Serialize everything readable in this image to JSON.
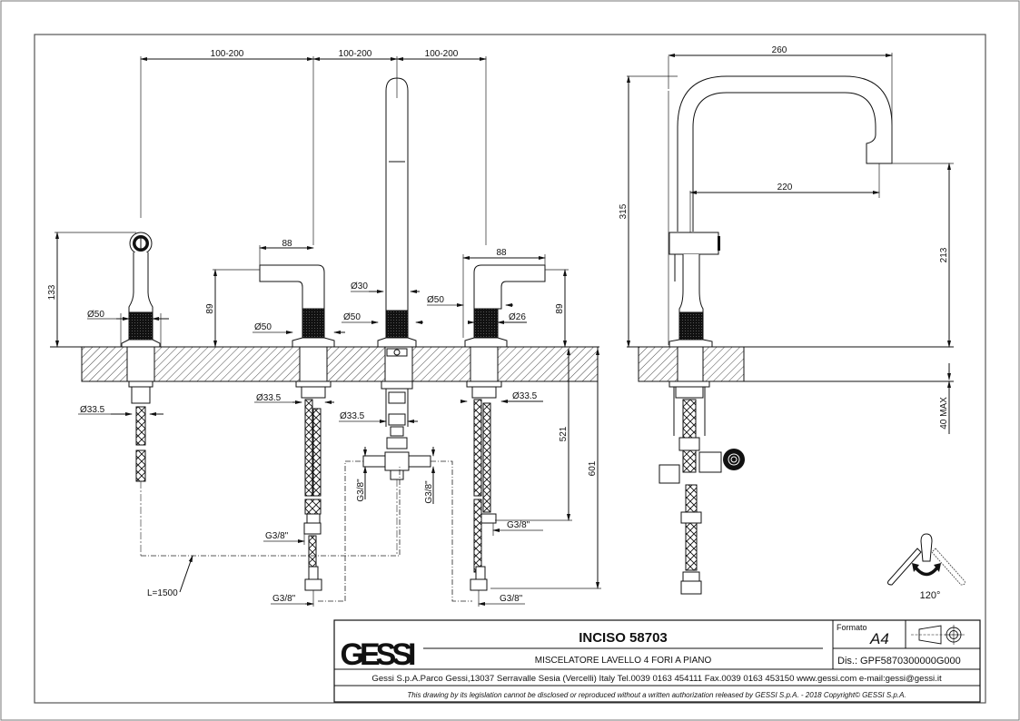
{
  "drawing": {
    "title": "Technical drawing - kitchen sink mixer 4 holes",
    "front_view": {
      "top_dims": [
        "100-200",
        "100-200",
        "100-200"
      ],
      "handshower_height": "133",
      "handshower_dia": "Ø50",
      "left_valve_width": "88",
      "left_valve_height": "89",
      "left_valve_dia": "Ø50",
      "spout_dia_top": "Ø30",
      "spout_dia_base": "Ø50",
      "right_valve_width": "88",
      "right_valve_height": "89",
      "right_valve_dia": "Ø50",
      "right_valve_stem_dia": "Ø26",
      "thread_dia_1": "Ø33.5",
      "thread_dia_2": "Ø33.5",
      "thread_dia_3": "Ø33.5",
      "thread_dia_4": "Ø33.5",
      "tee_thread_left": "G3/8\"",
      "tee_thread_right": "G3/8\"",
      "hose_thread_1": "G3/8\"",
      "hose_thread_2": "G3/8\"",
      "hose_thread_3": "G3/8\"",
      "hose_thread_4": "G3/8\"",
      "hose_length": "L=1500",
      "depth_521": "521",
      "depth_601": "601"
    },
    "side_view": {
      "reach": "260",
      "spout_reach": "220",
      "total_height": "315",
      "spout_height": "213",
      "deck_thickness": "40 MAX",
      "rotation": "120°"
    }
  },
  "title_block": {
    "logo": "GESSI",
    "product_name": "INCISO 58703",
    "product_desc": "MISCELATORE LAVELLO 4 FORI A PIANO",
    "format_label": "Formato",
    "format_value": "A4",
    "drawing_number": "Dis.: GPF5870300000G000",
    "company_info": "Gessi S.p.A.Parco Gessi,13037 Serravalle Sesia (Vercelli) Italy Tel.0039 0163 454111 Fax.0039 0163 453150 www.gessi.com e-mail:gessi@gessi.it",
    "disclaimer": "This drawing by its legislation cannot be disclosed or reproduced without a written authorization released by GESSI S.p.A. - 2018 Copyright© GESSI S.p.A."
  }
}
